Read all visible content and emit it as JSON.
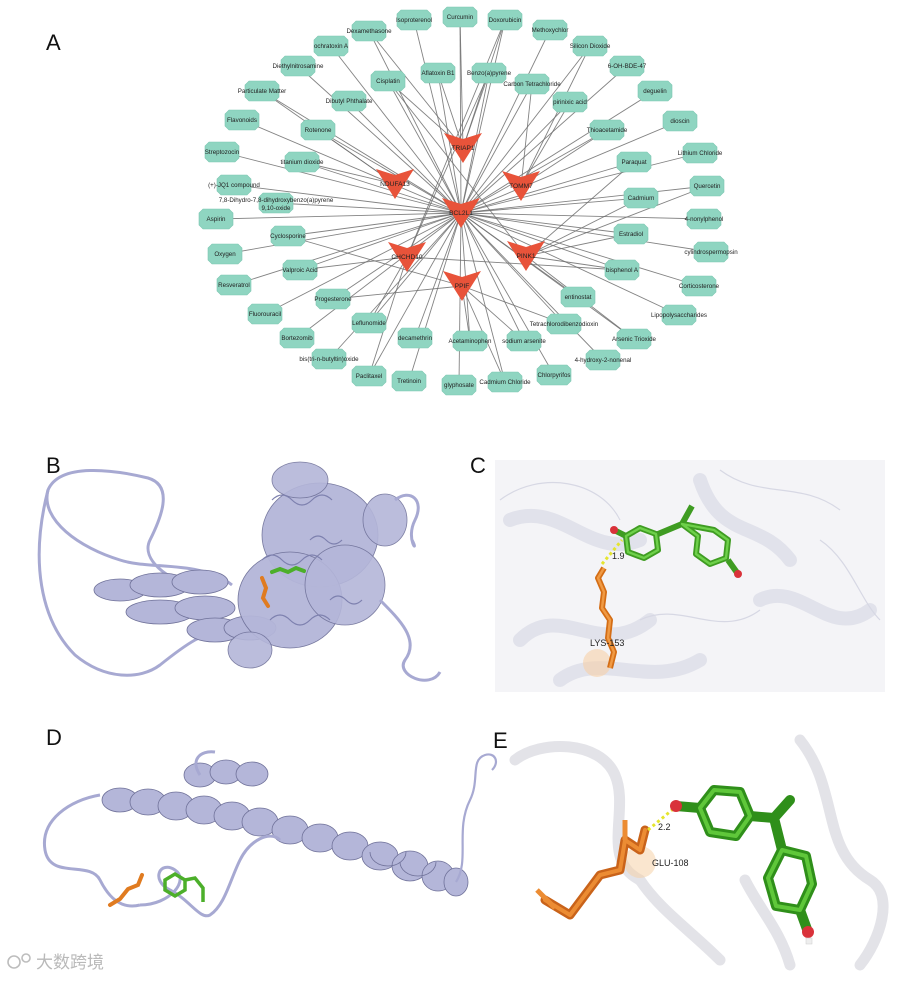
{
  "panels": {
    "a": "A",
    "b": "B",
    "c": "C",
    "d": "D",
    "e": "E"
  },
  "network": {
    "targets": [
      {
        "id": "TRIAP1",
        "label": "TRIAP1"
      },
      {
        "id": "NDUFA13",
        "label": "NDUFA13"
      },
      {
        "id": "TOMM7",
        "label": "TOMM7"
      },
      {
        "id": "BCL2L1",
        "label": "BCL2L1"
      },
      {
        "id": "CHCHD10",
        "label": "CHCHD10"
      },
      {
        "id": "PINK1",
        "label": "PINK1"
      },
      {
        "id": "PPIF",
        "label": "PPIF"
      }
    ],
    "compounds": [
      {
        "label": "Curcumin",
        "targets": [
          "BCL2L1",
          "TRIAP1"
        ]
      },
      {
        "label": "Doxorubicin",
        "targets": [
          "BCL2L1",
          "TRIAP1",
          "CHCHD10"
        ]
      },
      {
        "label": "Methoxychlor",
        "targets": [
          "BCL2L1"
        ]
      },
      {
        "label": "Silicon Dioxide",
        "targets": [
          "BCL2L1",
          "TOMM7"
        ]
      },
      {
        "label": "6-OH-BDE-47",
        "targets": [
          "BCL2L1"
        ]
      },
      {
        "label": "deguelin",
        "targets": [
          "BCL2L1"
        ]
      },
      {
        "label": "dioscin",
        "targets": [
          "BCL2L1"
        ]
      },
      {
        "label": "Lithium Chloride",
        "targets": [
          "BCL2L1"
        ]
      },
      {
        "label": "Quercetin",
        "targets": [
          "BCL2L1",
          "PINK1"
        ]
      },
      {
        "label": "4-nonylphenol",
        "targets": [
          "BCL2L1"
        ]
      },
      {
        "label": "cylindrospermopsin",
        "targets": [
          "BCL2L1"
        ]
      },
      {
        "label": "Corticosterone",
        "targets": [
          "BCL2L1"
        ]
      },
      {
        "label": "Lipopolysaccharides",
        "targets": [
          "BCL2L1"
        ]
      },
      {
        "label": "Arsenic Trioxide",
        "targets": [
          "BCL2L1",
          "PINK1"
        ]
      },
      {
        "label": "4-hydroxy-2-nonenal",
        "targets": [
          "BCL2L1"
        ]
      },
      {
        "label": "Chlorpyrifos",
        "targets": [
          "BCL2L1"
        ]
      },
      {
        "label": "Cadmium Chloride",
        "targets": [
          "BCL2L1",
          "PPIF"
        ]
      },
      {
        "label": "glyphosate",
        "targets": [
          "BCL2L1"
        ]
      },
      {
        "label": "Tretinoin",
        "targets": [
          "BCL2L1"
        ]
      },
      {
        "label": "Paclitaxel",
        "targets": [
          "BCL2L1",
          "CHCHD10"
        ]
      },
      {
        "label": "bis(tri-n-butyltin)oxide",
        "targets": [
          "BCL2L1"
        ]
      },
      {
        "label": "Bortezomib",
        "targets": [
          "BCL2L1"
        ]
      },
      {
        "label": "Fluorouracil",
        "targets": [
          "BCL2L1"
        ]
      },
      {
        "label": "Resveratrol",
        "targets": [
          "BCL2L1"
        ]
      },
      {
        "label": "Oxygen",
        "targets": [
          "BCL2L1"
        ]
      },
      {
        "label": "Aspirin",
        "targets": [
          "BCL2L1"
        ]
      },
      {
        "label": "(+)-JQ1 compound",
        "targets": [
          "BCL2L1"
        ]
      },
      {
        "label": "Streptozocin",
        "targets": [
          "BCL2L1"
        ]
      },
      {
        "label": "Flavonoids",
        "targets": [
          "BCL2L1"
        ]
      },
      {
        "label": "Particulate Matter",
        "targets": [
          "BCL2L1",
          "NDUFA13"
        ]
      },
      {
        "label": "Diethylnitrosamine",
        "targets": [
          "BCL2L1"
        ]
      },
      {
        "label": "ochratoxin A",
        "targets": [
          "BCL2L1"
        ]
      },
      {
        "label": "Dexamethasone",
        "targets": [
          "BCL2L1",
          "TRIAP1"
        ]
      },
      {
        "label": "Isoproterenol",
        "targets": [
          "BCL2L1"
        ]
      },
      {
        "label": "Cisplatin",
        "targets": [
          "BCL2L1",
          "TRIAP1",
          "PINK1"
        ]
      },
      {
        "label": "Aflatoxin B1",
        "targets": [
          "BCL2L1",
          "TRIAP1"
        ]
      },
      {
        "label": "Benzo(a)pyrene",
        "targets": [
          "BCL2L1",
          "TRIAP1",
          "CHCHD10"
        ]
      },
      {
        "label": "Carbon Tetrachloride",
        "targets": [
          "BCL2L1",
          "TOMM7"
        ]
      },
      {
        "label": "pirinixic acid",
        "targets": [
          "BCL2L1",
          "TOMM7"
        ]
      },
      {
        "label": "Thioacetamide",
        "targets": [
          "BCL2L1",
          "TOMM7"
        ]
      },
      {
        "label": "Paraquat",
        "targets": [
          "BCL2L1",
          "PINK1"
        ]
      },
      {
        "label": "Cadmium",
        "targets": [
          "BCL2L1",
          "PINK1"
        ]
      },
      {
        "label": "Estradiol",
        "targets": [
          "BCL2L1",
          "PINK1"
        ]
      },
      {
        "label": "bisphenol A",
        "targets": [
          "BCL2L1",
          "PINK1",
          "CHCHD10"
        ]
      },
      {
        "label": "entinostat",
        "targets": [
          "BCL2L1"
        ]
      },
      {
        "label": "Tetrachlorodibenzodioxin",
        "targets": [
          "BCL2L1",
          "PPIF"
        ]
      },
      {
        "label": "sodium arsenite",
        "targets": [
          "BCL2L1",
          "PPIF"
        ]
      },
      {
        "label": "Acetaminophen",
        "targets": [
          "BCL2L1",
          "PPIF"
        ]
      },
      {
        "label": "decamethrin",
        "targets": [
          "BCL2L1"
        ]
      },
      {
        "label": "Leflunomide",
        "targets": [
          "BCL2L1",
          "CHCHD10"
        ]
      },
      {
        "label": "Progesterone",
        "targets": [
          "BCL2L1",
          "PPIF"
        ]
      },
      {
        "label": "Valproic Acid",
        "targets": [
          "BCL2L1",
          "CHCHD10"
        ]
      },
      {
        "label": "Cyclosporine",
        "targets": [
          "BCL2L1",
          "PPIF"
        ]
      },
      {
        "label": "7,8-Dihydro-7,8-dihydroxybenzo(a)pyrene 9,10-oxide",
        "targets": [
          "BCL2L1"
        ]
      },
      {
        "label": "titanium dioxide",
        "targets": [
          "BCL2L1",
          "NDUFA13"
        ]
      },
      {
        "label": "Rotenone",
        "targets": [
          "BCL2L1",
          "NDUFA13"
        ]
      },
      {
        "label": "Dibutyl Phthalate",
        "targets": [
          "BCL2L1"
        ]
      }
    ],
    "colors": {
      "compound": "#8fd5c1",
      "target": "#e8533a",
      "edge": "#6e6e6e"
    }
  },
  "docking": {
    "c": {
      "residue": "LYS-153",
      "distance": "1.9"
    },
    "e": {
      "residue": "GLU-108",
      "distance": "2.2"
    },
    "colors": {
      "protein": "#b4b6d9",
      "ligand": "#4caf2a",
      "residue": "#e07b20",
      "hbond": "#e5e52e",
      "oxygen": "#d9323a"
    }
  },
  "watermark": "大数跨境"
}
